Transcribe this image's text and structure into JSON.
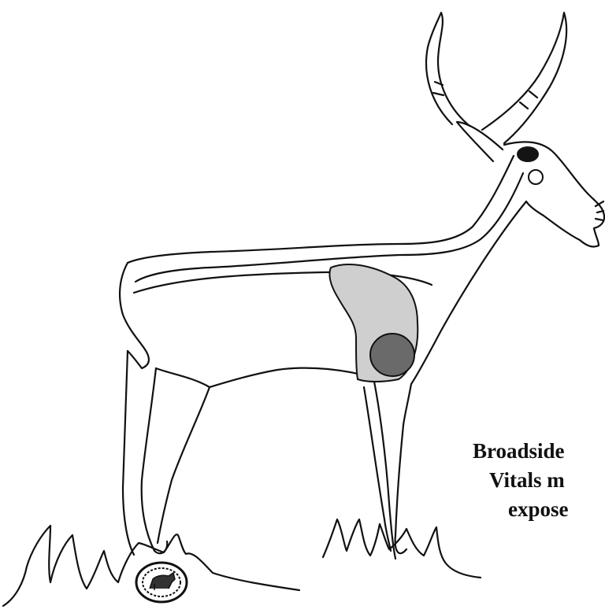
{
  "caption": {
    "line1": "Broadside",
    "line2": "Vitals m",
    "line3": "expose"
  },
  "colors": {
    "outline": "#111111",
    "vitals_fill": "#cfcfcf",
    "heart_fill": "#6a6a6a",
    "eye_fill": "#141414"
  },
  "icons": {
    "logo": "antelope-seal-icon"
  }
}
